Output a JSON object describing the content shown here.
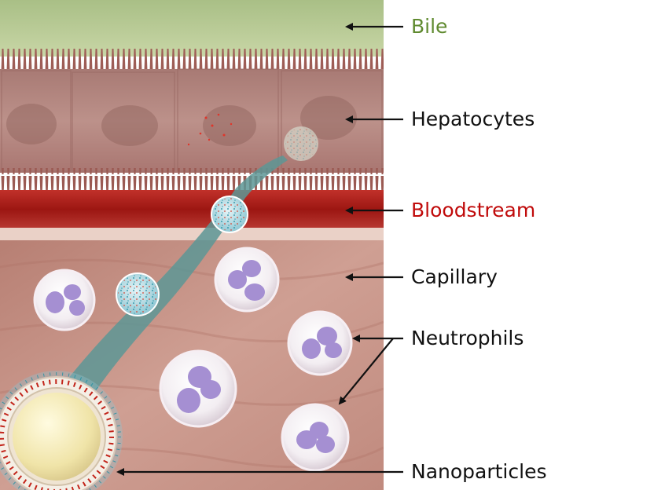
{
  "diagram": {
    "labels": {
      "bile": "Bile",
      "hepatocytes": "Hepatocytes",
      "bloodstream": "Bloodstream",
      "capillary": "Capillary",
      "neutrophils": "Neutrophils",
      "nanoparticles": "Nanoparticles"
    },
    "colors": {
      "bile_label": "#5f8a2f",
      "bloodstream_label": "#c00a0a",
      "default_label": "#111111",
      "bile_layer": "#b6c98e",
      "hepatocyte_layer": "#b78a84",
      "bloodstream_layer": "#a8201c",
      "capillary_tissue": "#c9958a",
      "transport_path": "#5d9795",
      "neutrophil_nucleus": "#a58fd2",
      "nanoparticle_core": "#f2e7b0"
    }
  }
}
